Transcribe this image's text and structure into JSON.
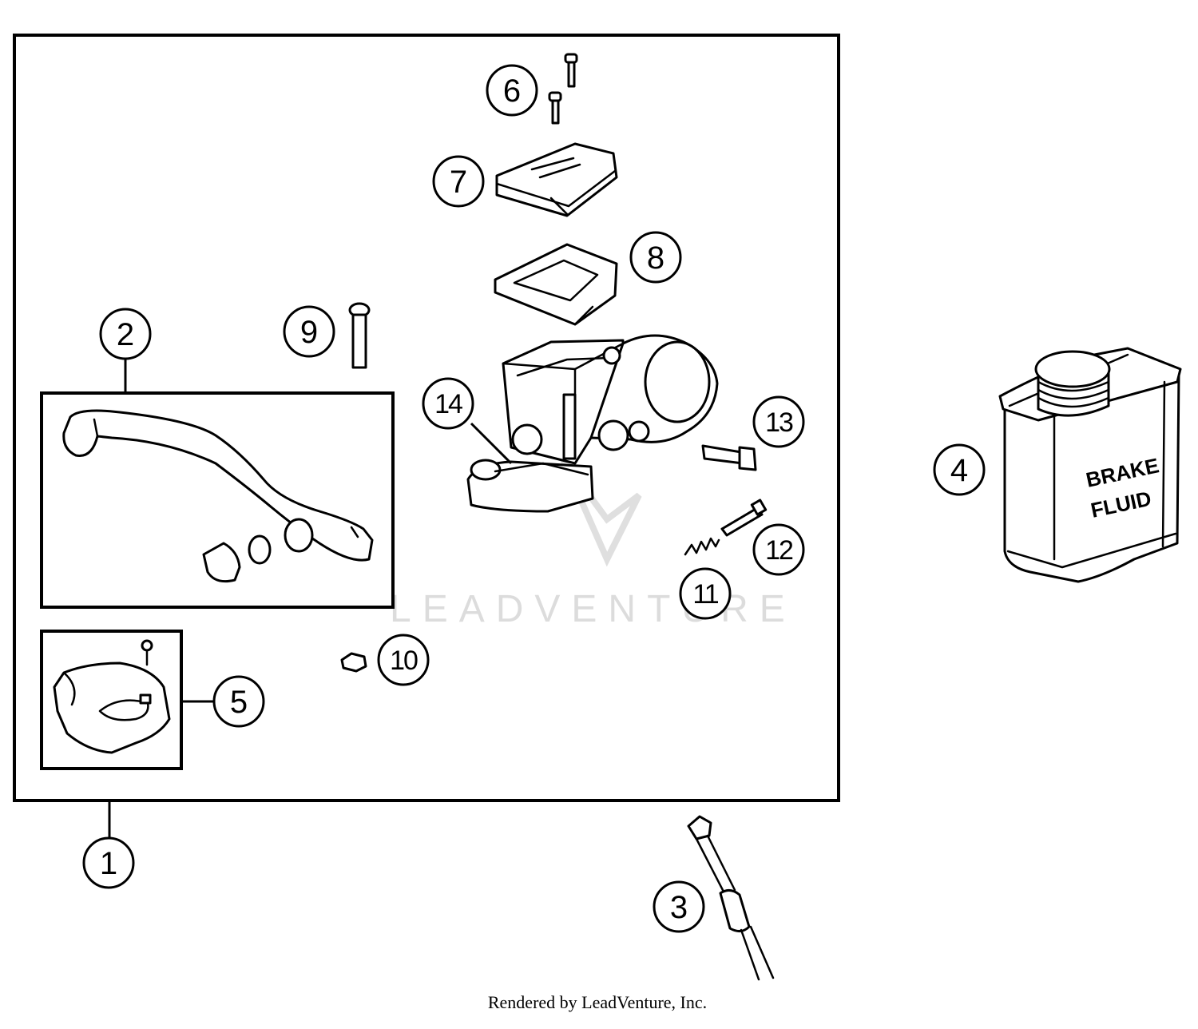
{
  "callouts": {
    "c1": "1",
    "c2": "2",
    "c3": "3",
    "c4": "4",
    "c5": "5",
    "c6": "6",
    "c7": "7",
    "c8": "8",
    "c9": "9",
    "c10": "10",
    "c11": "11",
    "c12": "12",
    "c13": "13",
    "c14": "14"
  },
  "brake_fluid_can": {
    "line1": "BRAKE",
    "line2": "FLUID"
  },
  "watermark": "LEADVENTURE",
  "footer": "Rendered by LeadVenture, Inc."
}
